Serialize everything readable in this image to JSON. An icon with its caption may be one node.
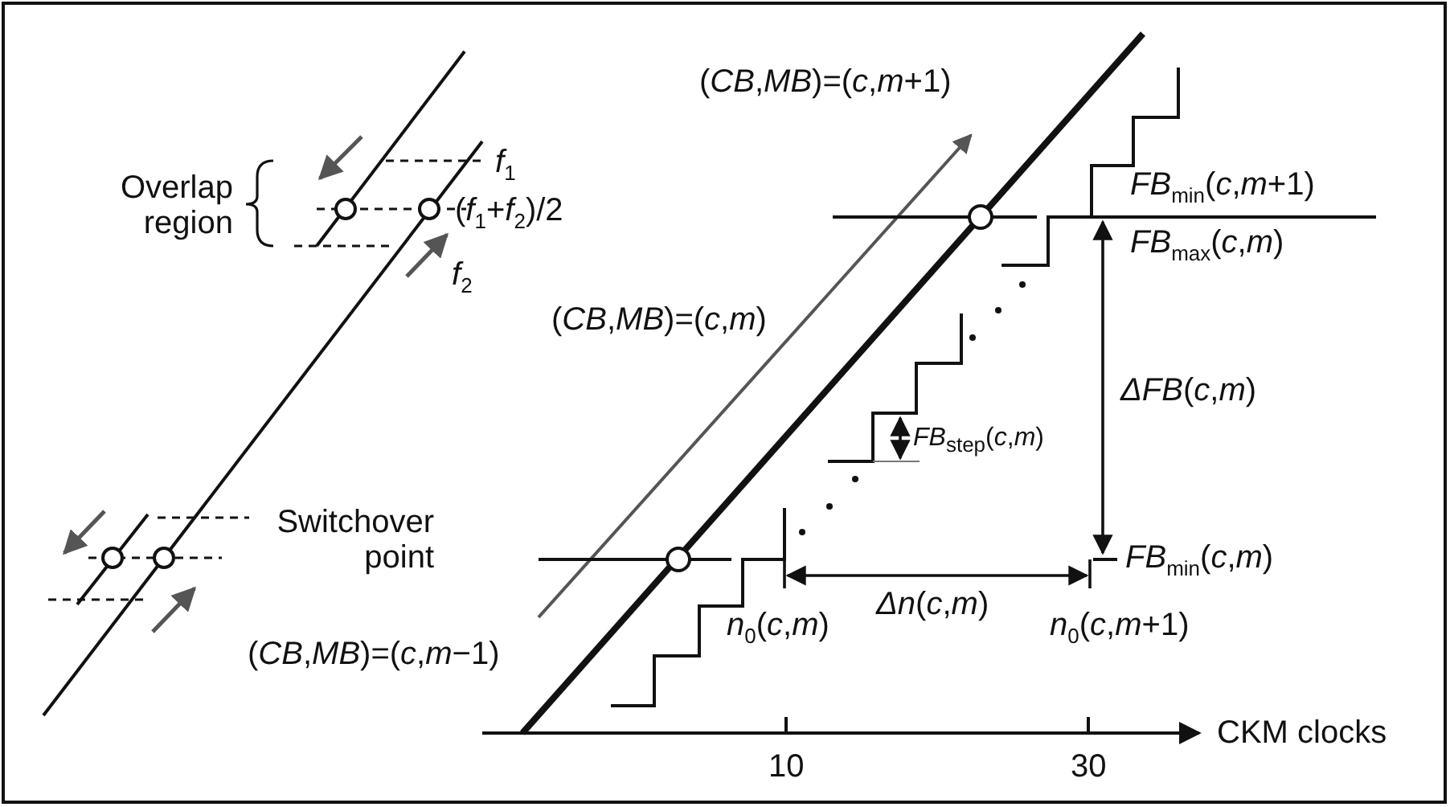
{
  "diagram": {
    "labels": [
      "(*CB*,*MB*)=(*c*,*m*+1)",
      "*f*$_{1}$",
      "Overlap region",
      "(*f*$_{1}$+*f*$_{2}$)/2",
      "*FB*$_{min}$(*c*,*m*+1)",
      "*FB*$_{max}$(*c*,*m*)",
      "*f*$_{2}$",
      "(*CB*,*MB*)=(*c*,*m*)",
      "*ΔFB*(*c*,*m*)",
      "*FB*$_{step}$(*c*,*m*)",
      "Switchover point",
      "*FB*$_{min}$(*c*,*m*)",
      "(*CB*,*MB*)=(*c*,*m*−1)",
      "*n*$_{0}$(*c*,*m*)",
      "*Δn*(*c*,*m*)",
      "*n*$_{0}$(*c*,*m*+1)",
      "10",
      "30",
      "CKM clocks"
    ]
  }
}
